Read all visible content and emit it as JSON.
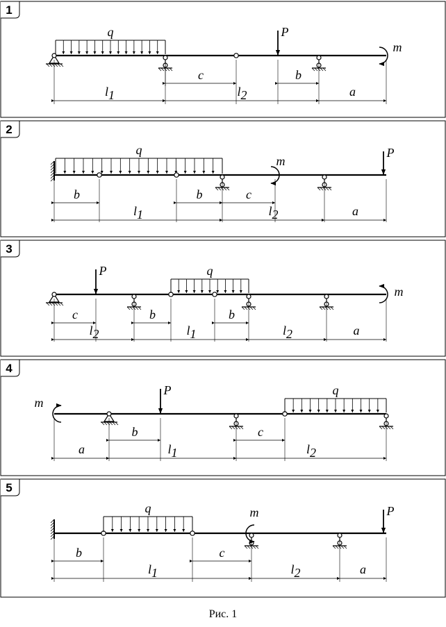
{
  "caption": "Рис. 1",
  "panels": [
    {
      "number": "1",
      "dims": [
        {
          "sym": "l",
          "sub": "1"
        },
        {
          "sym": "c",
          "sub": ""
        },
        {
          "sym": "l",
          "sub": "2"
        },
        {
          "sym": "b",
          "sub": ""
        },
        {
          "sym": "a",
          "sub": ""
        }
      ],
      "loads": {
        "q": "q",
        "P": "P",
        "m": "m"
      }
    },
    {
      "number": "2",
      "dims": [
        {
          "sym": "b",
          "sub": ""
        },
        {
          "sym": "l",
          "sub": "1"
        },
        {
          "sym": "b",
          "sub": ""
        },
        {
          "sym": "c",
          "sub": ""
        },
        {
          "sym": "l",
          "sub": "2"
        },
        {
          "sym": "a",
          "sub": ""
        }
      ],
      "loads": {
        "q": "q",
        "P": "P",
        "m": "m"
      }
    },
    {
      "number": "3",
      "dims": [
        {
          "sym": "c",
          "sub": ""
        },
        {
          "sym": "l",
          "sub": "2"
        },
        {
          "sym": "b",
          "sub": ""
        },
        {
          "sym": "l",
          "sub": "1"
        },
        {
          "sym": "b",
          "sub": ""
        },
        {
          "sym": "l",
          "sub": "2"
        },
        {
          "sym": "a",
          "sub": ""
        }
      ],
      "loads": {
        "q": "q",
        "P": "P",
        "m": "m"
      }
    },
    {
      "number": "4",
      "dims": [
        {
          "sym": "a",
          "sub": ""
        },
        {
          "sym": "b",
          "sub": ""
        },
        {
          "sym": "l",
          "sub": "1"
        },
        {
          "sym": "c",
          "sub": ""
        },
        {
          "sym": "l",
          "sub": "2"
        }
      ],
      "loads": {
        "q": "q",
        "P": "P",
        "m": "m"
      }
    },
    {
      "number": "5",
      "dims": [
        {
          "sym": "b",
          "sub": ""
        },
        {
          "sym": "l",
          "sub": "1"
        },
        {
          "sym": "c",
          "sub": ""
        },
        {
          "sym": "l",
          "sub": "2"
        },
        {
          "sym": "a",
          "sub": ""
        }
      ],
      "loads": {
        "q": "q",
        "P": "P",
        "m": "m"
      }
    }
  ]
}
